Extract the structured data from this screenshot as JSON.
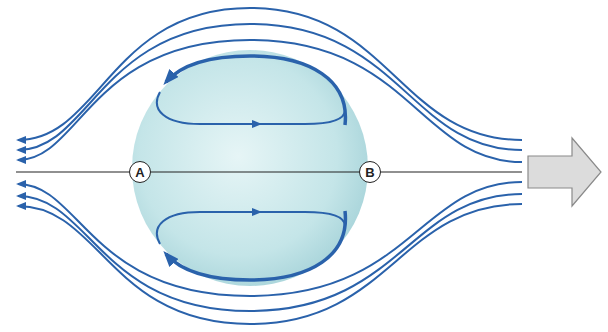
{
  "diagram": {
    "nodes": [
      {
        "text": [
          "A"
        ]
      },
      {
        "text": [
          "B"
        ]
      }
    ],
    "edges": [
      {
        "from": 0,
        "to": 1,
        "arrow": "none"
      }
    ]
  }
}
